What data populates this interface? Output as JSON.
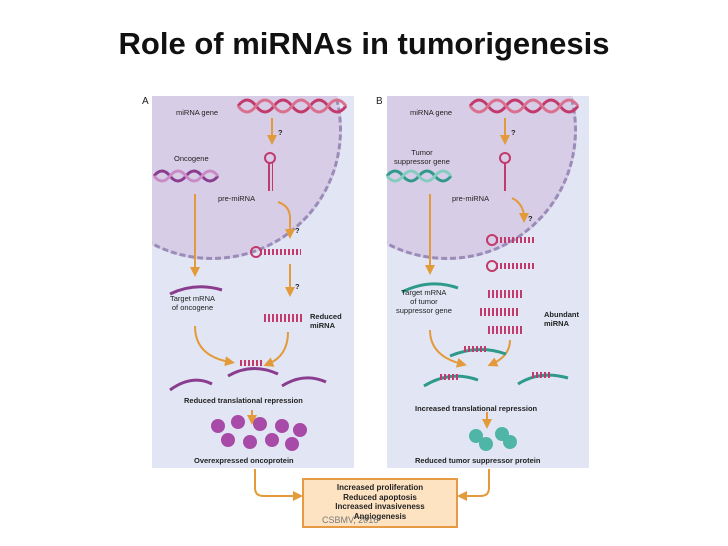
{
  "slide": {
    "title": "Role of miRNAs in tumorigenesis"
  },
  "panel_a": {
    "letter": "A",
    "mirna_gene": "miRNA gene",
    "q1": "?",
    "oncogene": "Oncogene",
    "pre_mirna": "pre-miRNA",
    "q2": "?",
    "q3": "?",
    "target": "Target mRNA\nof oncogene",
    "reduced_mirna": "Reduced\nmiRNA",
    "repression": "Reduced translational repression",
    "protein": "Overexpressed oncoprotein"
  },
  "panel_b": {
    "letter": "B",
    "mirna_gene": "miRNA gene",
    "q1": "?",
    "tsg": "Tumor\nsuppressor gene",
    "pre_mirna": "pre-miRNA",
    "q2": "?",
    "target": "Target mRNA\nof tumor\nsuppressor gene",
    "abundant_mirna": "Abundant\nmiRNA",
    "repression": "Increased translational repression",
    "protein": "Reduced tumor suppressor protein"
  },
  "outcome": {
    "lines": [
      "Increased proliferation",
      "Reduced apoptosis",
      "Increased invasiveness",
      "Angiogenesis"
    ]
  },
  "watermark": "CSBMV, 2016",
  "colors": {
    "dna_pink": "#c23a6b",
    "dna_purple": "#8a3d8e",
    "dna_teal": "#2f9a8c",
    "arrow": "#e39a3a",
    "oncoprotein": "#a74aa8",
    "suppressor_protein": "#4fb5a6"
  }
}
